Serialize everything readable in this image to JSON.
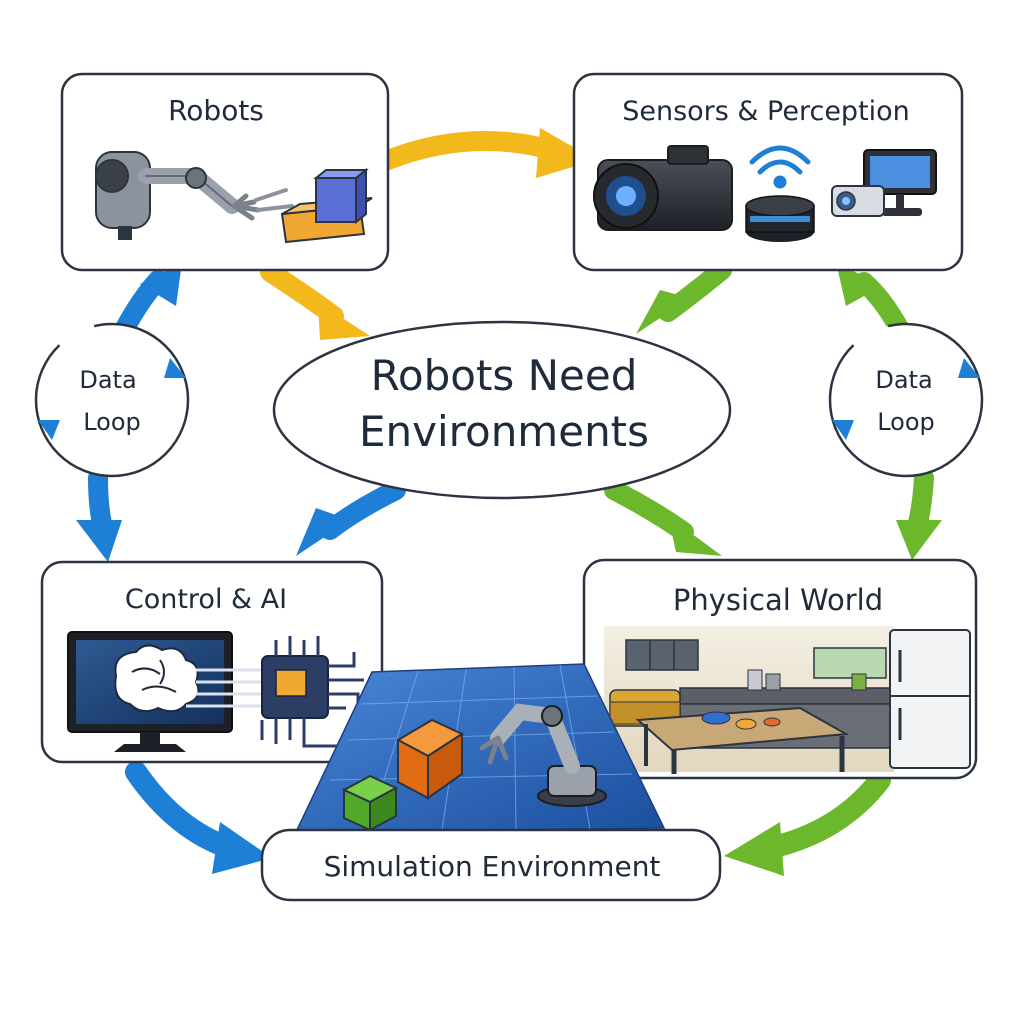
{
  "center": {
    "line1": "Robots Need",
    "line2": "Environments"
  },
  "nodes": {
    "robots": {
      "title": "Robots"
    },
    "sensors": {
      "title": "Sensors & Perception"
    },
    "control": {
      "title": "Control & AI"
    },
    "physical": {
      "title": "Physical World"
    },
    "simulation": {
      "title": "Simulation Environment"
    }
  },
  "loops": {
    "left": {
      "line1": "Data",
      "line2": "Loop"
    },
    "right": {
      "line1": "Data",
      "line2": "Loop"
    }
  },
  "colors": {
    "yellow_arrow": "#f2b81c",
    "green_arrow": "#6cb82c",
    "blue_arrow": "#1e7fd6",
    "box_stroke": "#2b3440",
    "text": "#1f2a3a"
  },
  "icons": {
    "robots": [
      "robot-arm-icon",
      "block-on-table-icon"
    ],
    "sensors": [
      "camera-icon",
      "wifi-icon",
      "lidar-puck-icon",
      "monitor-sensor-icon",
      "projector-icon"
    ],
    "control": [
      "computer-monitor-icon",
      "brain-icon",
      "chip-icon"
    ],
    "physical": [
      "kitchen-scene-icon",
      "refrigerator-icon",
      "table-icon",
      "sofa-icon"
    ],
    "simulation": [
      "grid-floor-icon",
      "orange-cube-icon",
      "green-cube-icon",
      "sim-robot-arm-icon"
    ]
  }
}
